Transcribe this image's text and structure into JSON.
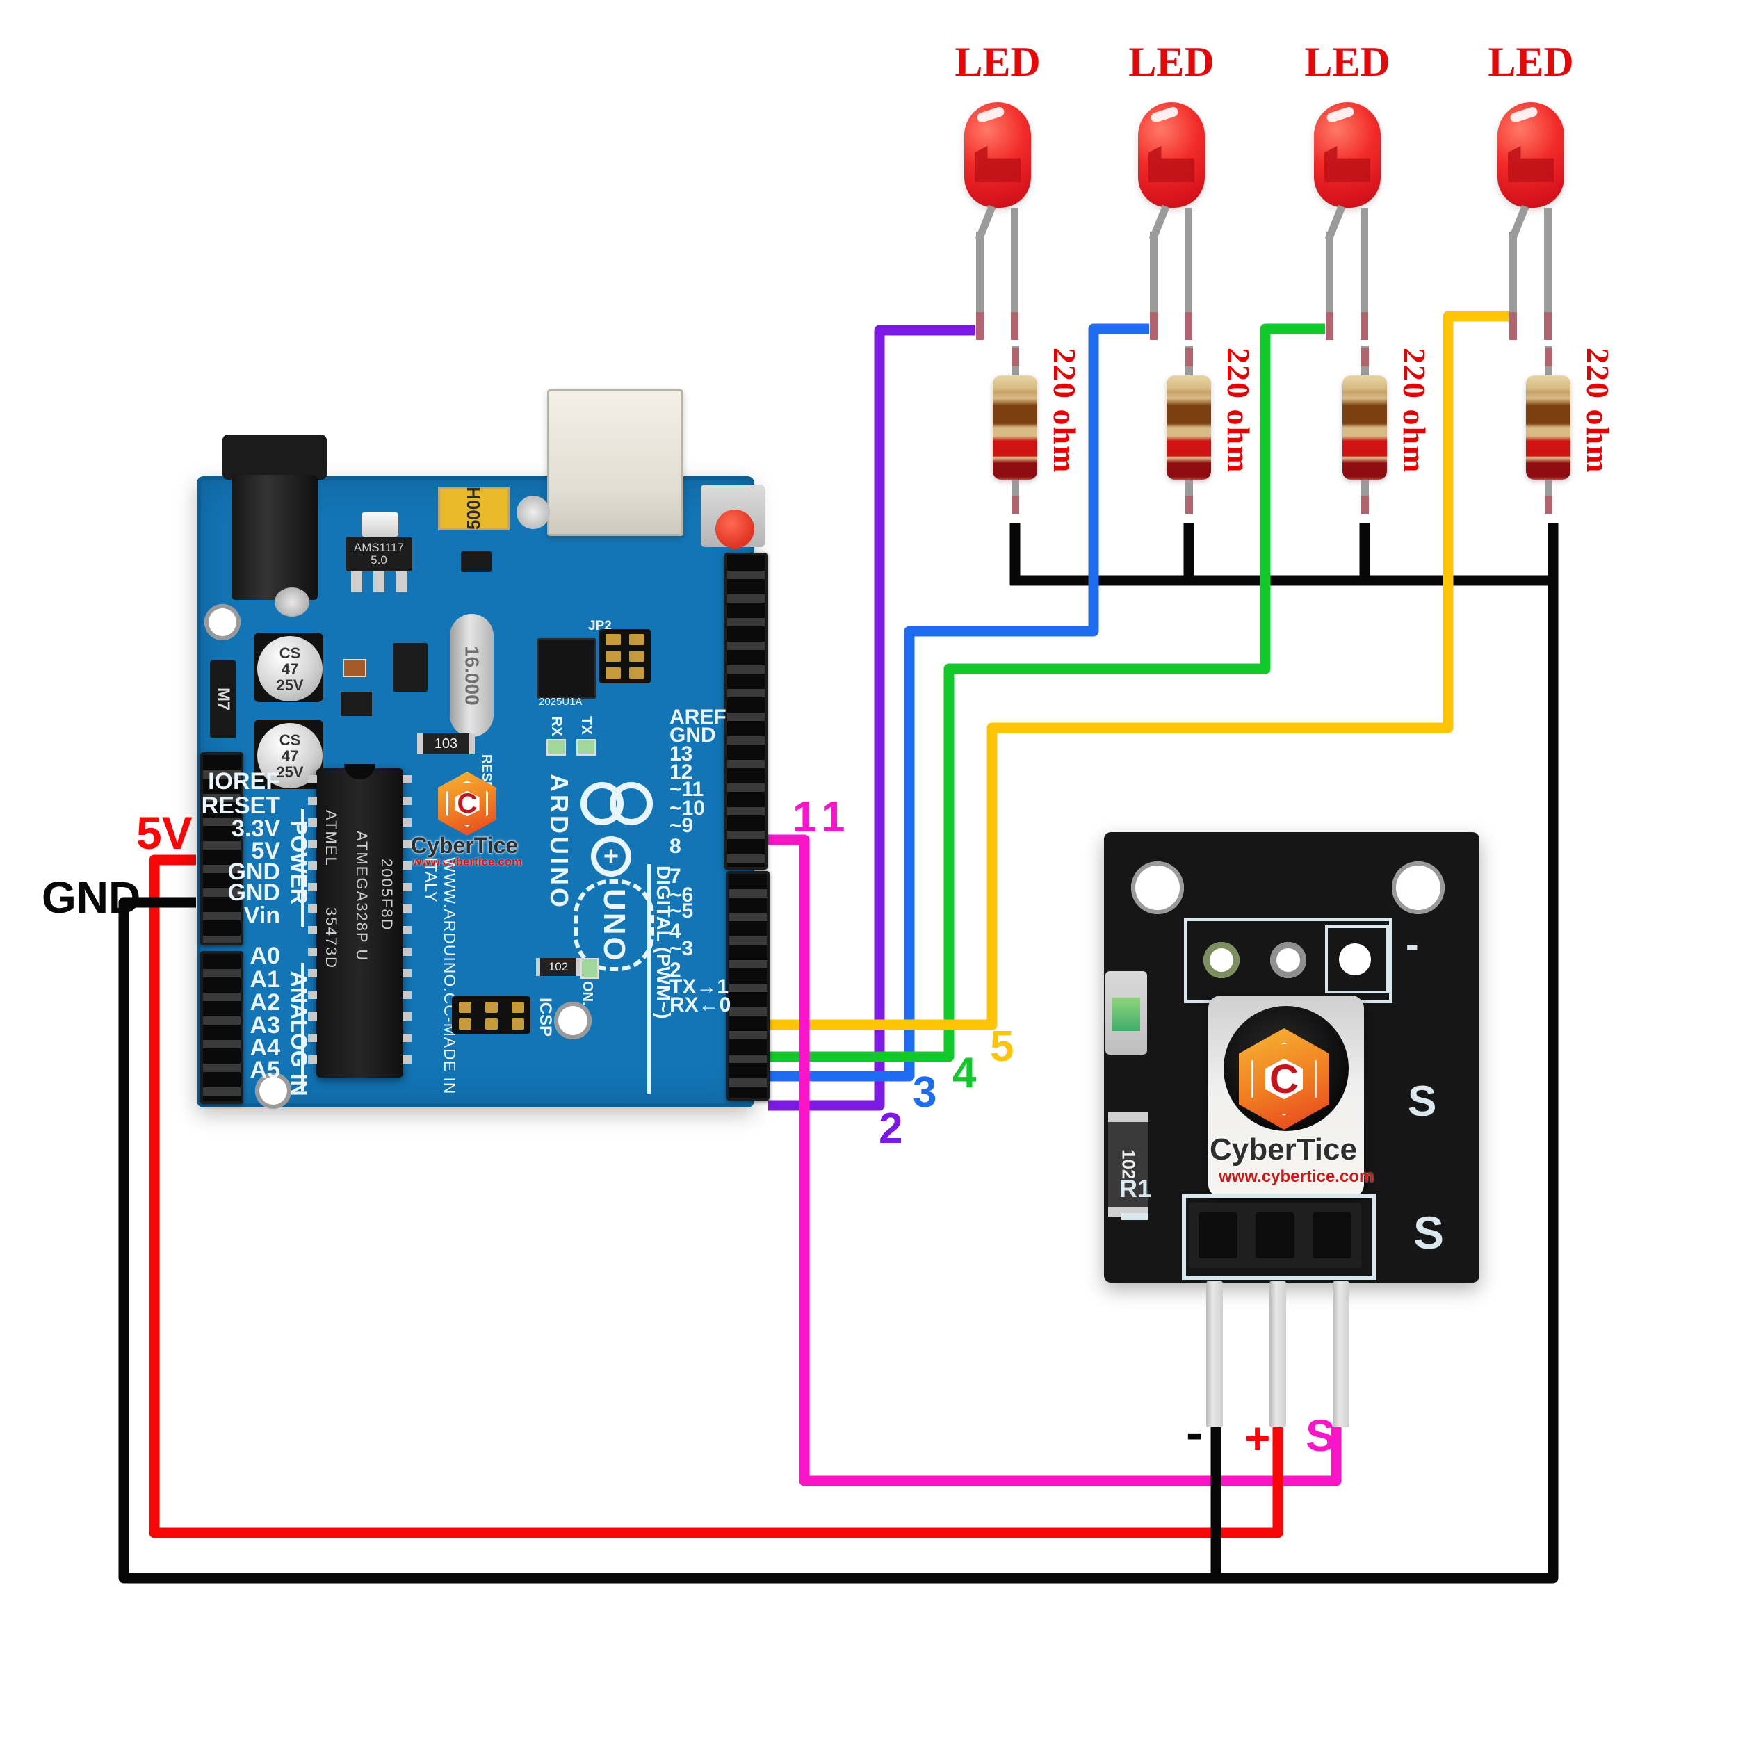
{
  "colors": {
    "purple": "#7c19e6",
    "blue": "#1d6cf2",
    "green": "#12c92c",
    "yellow": "#ffc405",
    "magenta": "#fa16c8",
    "red": "#f90606",
    "black": "#070707",
    "led_red": "#e40808",
    "arduino_blue": "#1375b5",
    "module_black": "#161616"
  },
  "top": {
    "led_label": "LED",
    "resistor_label": "220 ohm"
  },
  "left_labels": {
    "v5": "5V",
    "gnd": "GND"
  },
  "wire_labels": {
    "d11": "11",
    "d2": "2",
    "d3": "3",
    "d4": "4",
    "d5": "5",
    "minus": "-",
    "plus": "+",
    "signal": "S"
  },
  "arduino": {
    "power_pins": [
      "IOREF",
      "RESET",
      "3.3V",
      "5V",
      "GND",
      "GND",
      "Vin"
    ],
    "analog_pins": [
      "A0",
      "A1",
      "A2",
      "A3",
      "A4",
      "A5"
    ],
    "digital_top": [
      "AREF",
      "GND",
      "13",
      "12",
      "~11",
      "~10",
      "~9",
      "8"
    ],
    "digital_bottom": [
      "7",
      "~6",
      "~5",
      "4",
      "~3",
      "2",
      "TX→1",
      "RX←0"
    ],
    "silk_power": "POWER",
    "silk_analog": "ANALOG IN",
    "silk_digital": "DIGITAL (PWM~)",
    "brand": "ARDUINO",
    "uno": "UNO",
    "made_in": "WWW.ARDUINO.CC-MADE IN ITALY",
    "chip1": "ATMEL",
    "chip2": "35473D",
    "chip3": "ATMEGA328P U",
    "chip4": "2005F8D",
    "reg": "AMS1117",
    "reg2": "5.0",
    "fuse": "500H",
    "crystal": "16.000",
    "cap_l1": "CS",
    "cap_l2": "47",
    "cap_l3": "25V",
    "diode": "M7",
    "ra103": "103",
    "ra102": "102",
    "icsp": "ICSP",
    "reset_silk": "RESET",
    "on": "ON.",
    "rx": "RX",
    "tx": "TX",
    "jp2": "JP2",
    "usb_chip": "2025U1A"
  },
  "brand": {
    "name": "CyberTice",
    "url": "www.cybertice.com"
  },
  "ir": {
    "minus_silk": "-",
    "s_mid": "S",
    "s_bottom": "S",
    "r1": "R1",
    "smd": "102"
  }
}
